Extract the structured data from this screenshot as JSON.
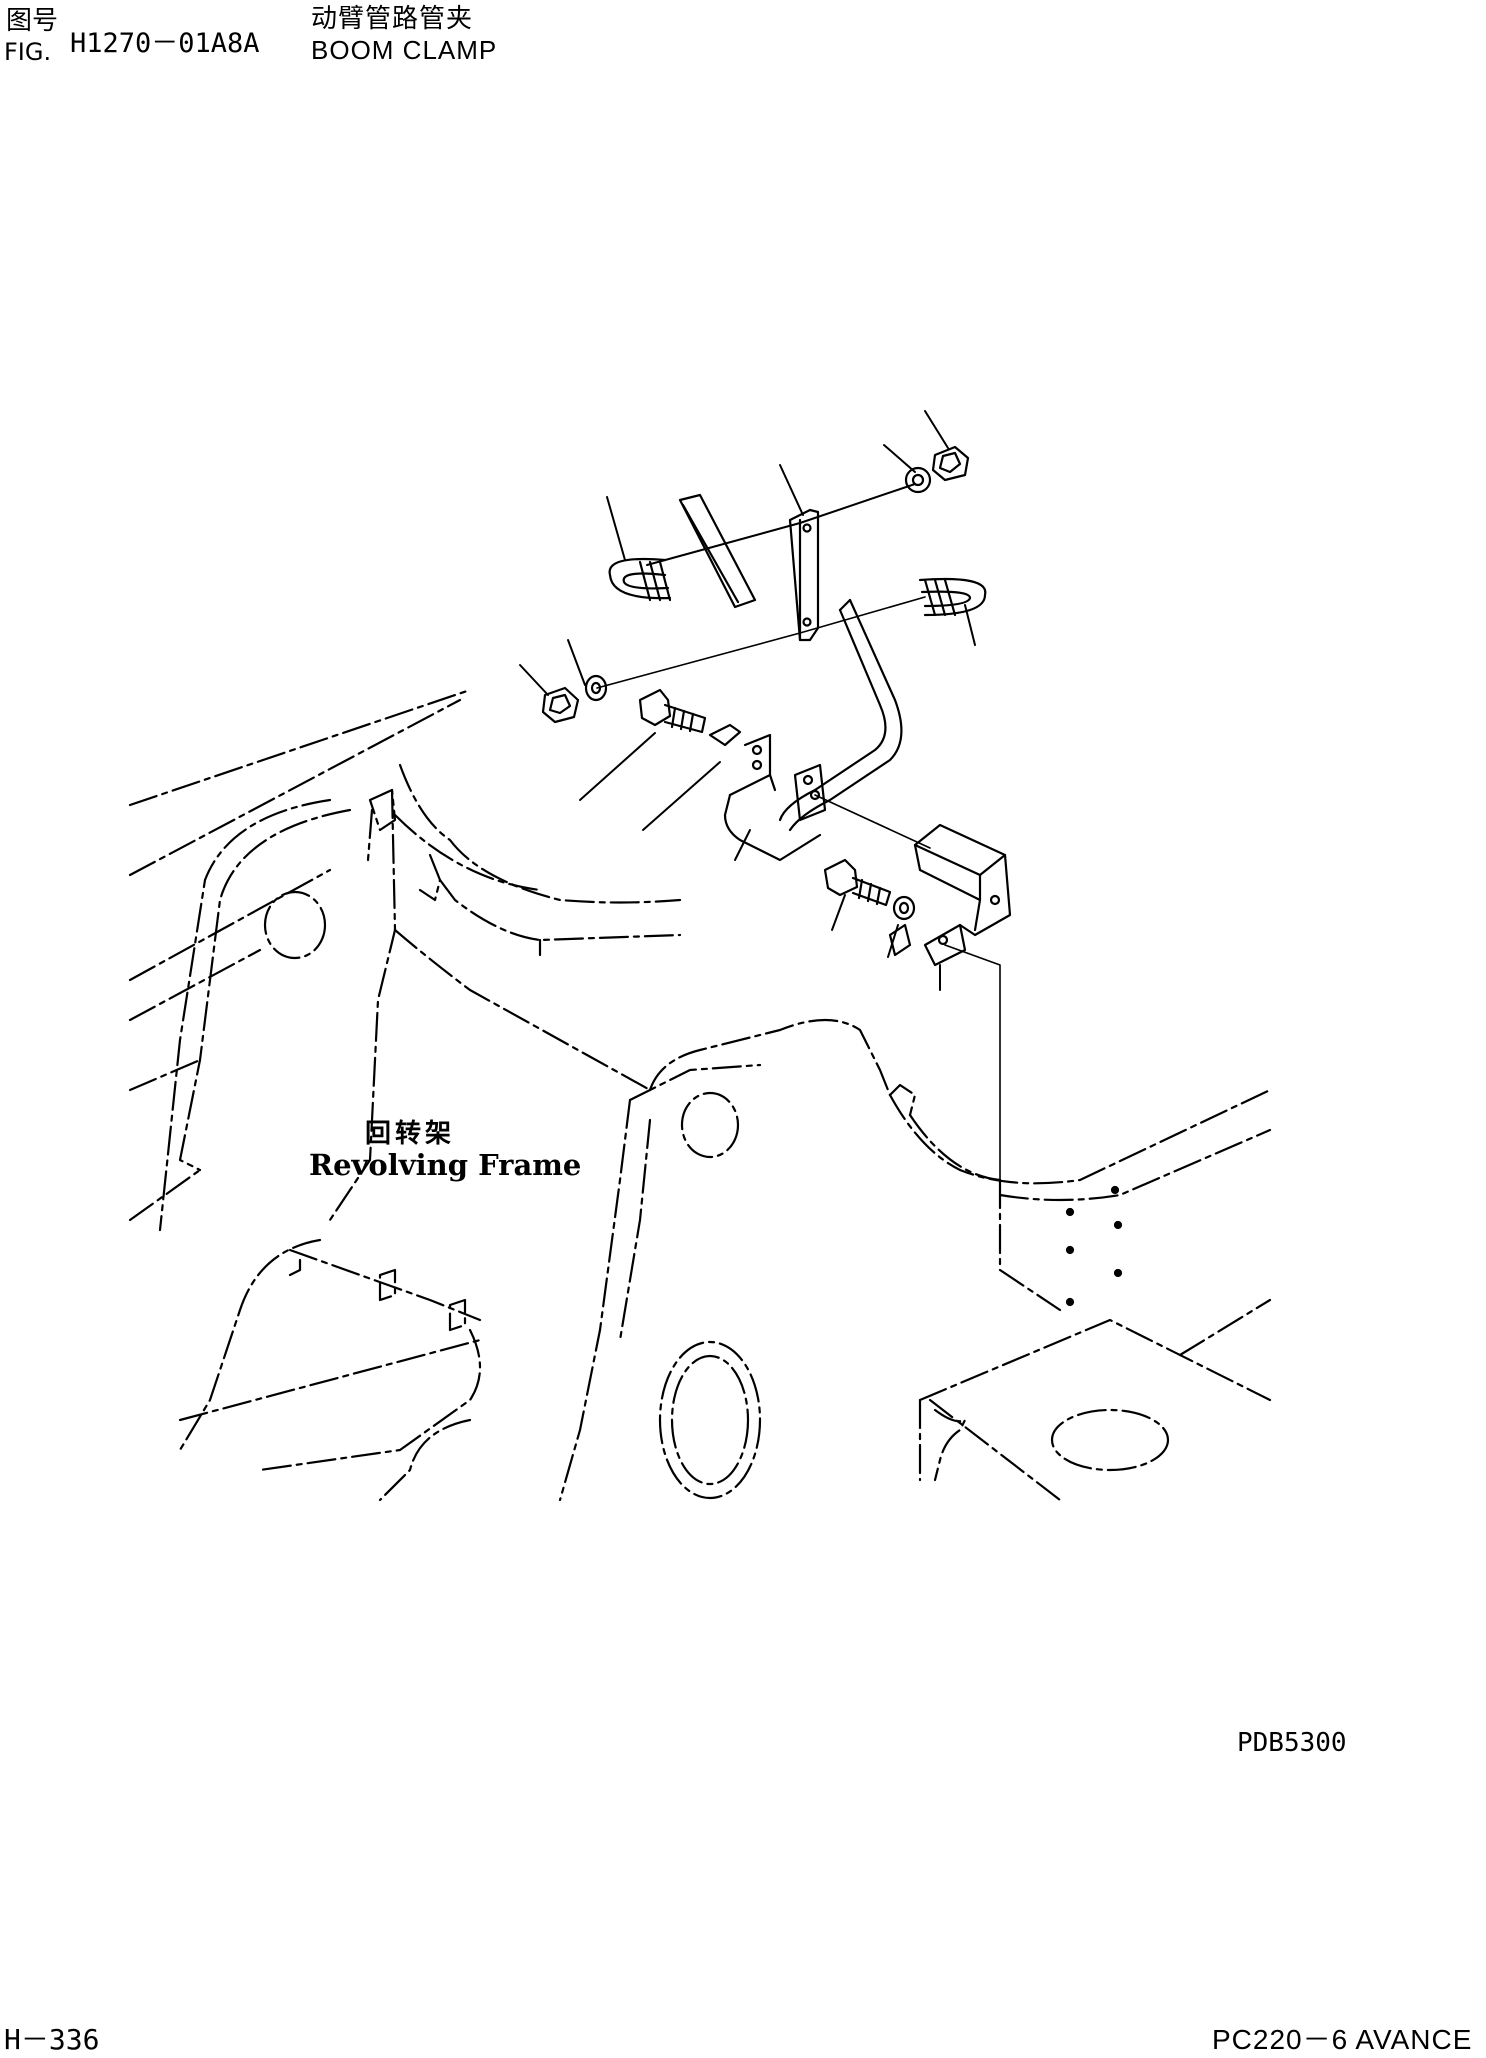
{
  "header": {
    "fig_label_cn": "图号",
    "fig_label_en": "FIG.",
    "fig_number": "H1270－01A8A",
    "title_cn": "动臂管路管夹",
    "title_en": "BOOM CLAMP"
  },
  "diagram": {
    "frame_label_cn": "回转架",
    "frame_label_en": "Revolving Frame",
    "drawing_code": "PDB5300"
  },
  "footer": {
    "page_number": "H－336",
    "model": "PC220－6 AVANCE"
  },
  "colors": {
    "ink": "#000000",
    "paper": "#ffffff"
  }
}
